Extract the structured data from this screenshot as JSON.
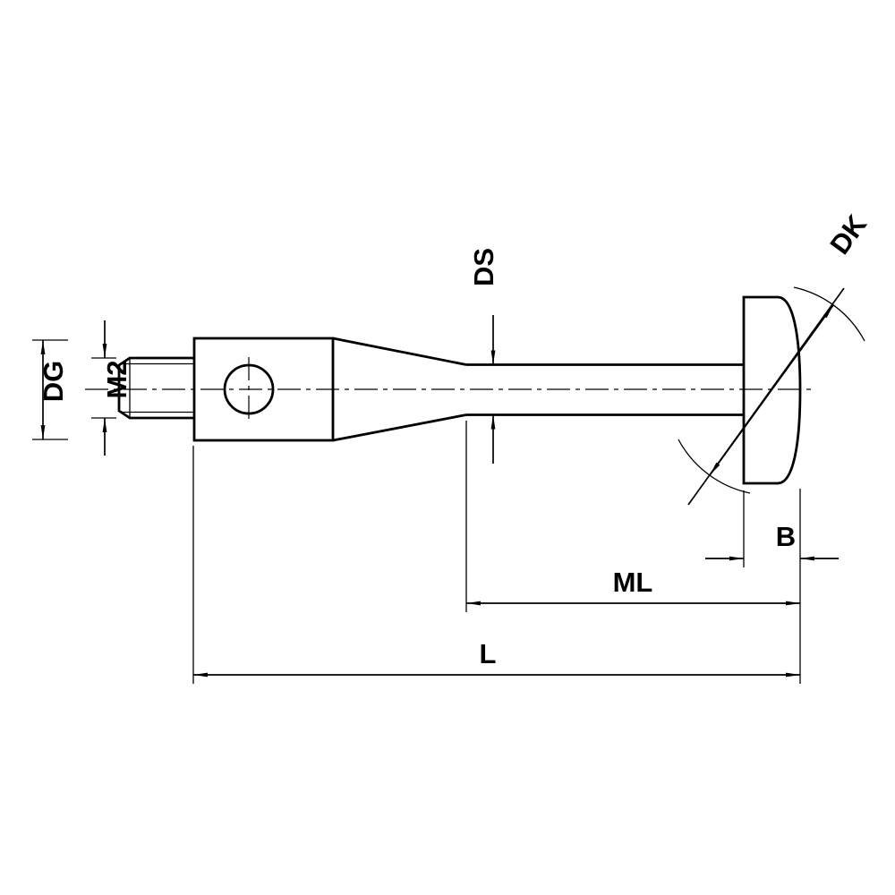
{
  "drawing": {
    "type": "technical-dimension-drawing",
    "subject": "stylus with threaded shank and disc tip",
    "labels": {
      "dg": "DG",
      "m2": "M2",
      "ds": "DS",
      "dk": "DK",
      "b": "B",
      "ml": "ML",
      "l": "L"
    },
    "colors": {
      "line": "#000000",
      "background": "#ffffff"
    }
  }
}
